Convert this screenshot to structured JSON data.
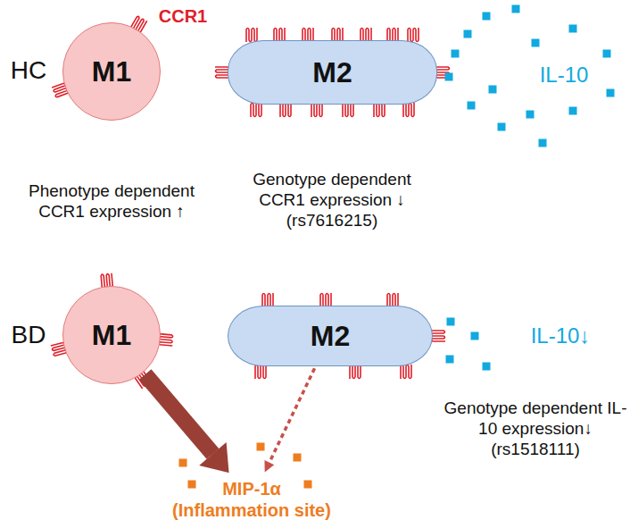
{
  "diagram": {
    "nodes": [
      {
        "text": [
          "M1"
        ]
      },
      {
        "text": [
          "M2"
        ]
      },
      {
        "text": [
          "M1"
        ]
      },
      {
        "text": [
          "M2"
        ]
      },
      {
        "text": [
          "MIP-1α",
          "(Inflammation site)"
        ]
      }
    ],
    "edges": [
      {
        "from": 2,
        "to": 4,
        "arrow": "to"
      },
      {
        "from": 3,
        "to": 4,
        "arrow": "to"
      }
    ],
    "labels": [
      "HC",
      "CCR1",
      "IL-10",
      "Phenotype dependent CCR1 expression ↑",
      "Genotype dependent CCR1 expression ↓ (rs7616215)",
      "BD",
      "IL-10↓",
      "Genotype dependent IL-10 expression↓ (rs1518111)"
    ]
  }
}
